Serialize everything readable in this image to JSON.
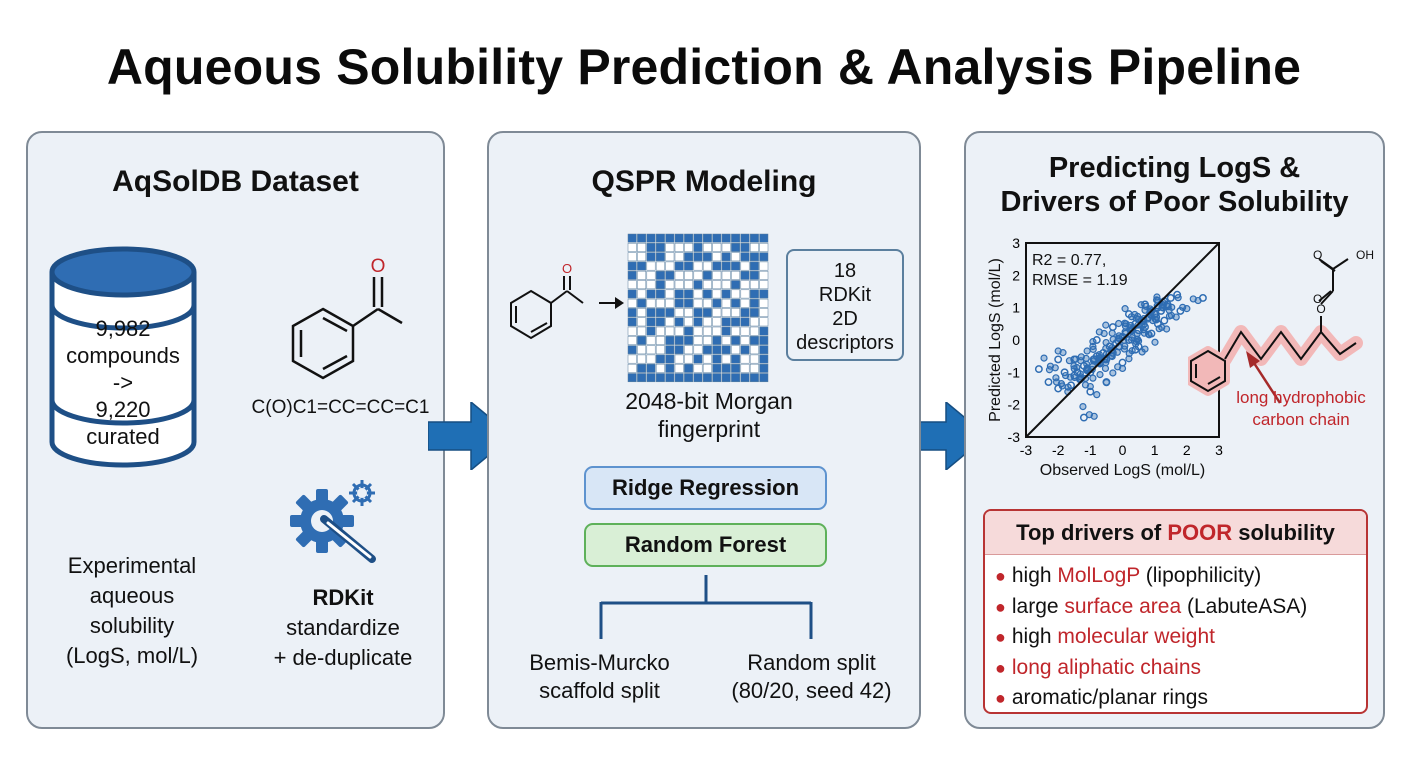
{
  "title": "Aqueous Solubility Prediction & Analysis Pipeline",
  "panel1": {
    "title": "AqSolDB Dataset",
    "db_lines": [
      "9,982",
      "compounds",
      "->",
      "9,220",
      "curated"
    ],
    "smiles": "C(O)C1=CC=CC=C1",
    "smiles_atom_label": "O",
    "experimental_lines": [
      "Experimental",
      "aqueous",
      "solubility",
      "(LogS, mol/L)"
    ],
    "rdkit_title": "RDKit",
    "rdkit_lines": [
      "standardize",
      "+ de-duplicate"
    ]
  },
  "panel2": {
    "title": "QSPR Modeling",
    "atom_label": "O",
    "fp_lines": [
      "2048-bit Morgan",
      "fingerprint"
    ],
    "descriptor_lines": [
      "18",
      "RDKit",
      "2D",
      "descriptors"
    ],
    "model_1": "Ridge Regression",
    "model_2": "Random Forest",
    "split_1_lines": [
      "Bemis-Murcko",
      "scaffold split"
    ],
    "split_2_lines": [
      "Random split",
      "(80/20, seed 42)"
    ]
  },
  "panel3": {
    "title_lines": [
      "Predicting LogS &",
      "Drivers of Poor Solubility"
    ],
    "stats_lines": [
      "R2 = 0.77,",
      "RMSE = 1.19"
    ],
    "xlabel": "Observed LogS (mol/L)",
    "ylabel": "Predicted LogS (mol/L)",
    "molecule_labels": [
      "O",
      "OH",
      "O",
      "O"
    ],
    "chain_label_lines": [
      "long hydrophobic",
      "carbon chain"
    ],
    "drivers_header_pre": "Top drivers of ",
    "drivers_header_hl": "POOR",
    "drivers_header_post": " solubility",
    "drivers": [
      {
        "pre": "high ",
        "hl": "MolLogP",
        "post": " (lipophilicity)"
      },
      {
        "pre": "large ",
        "hl": "surface area",
        "post": " (LabuteASA)"
      },
      {
        "pre": "high ",
        "hl": "molecular weight",
        "post": ""
      },
      {
        "pre": "",
        "hl": "long aliphatic chains",
        "post": ""
      },
      {
        "pre": "aromatic/planar rings",
        "hl": "",
        "post": ""
      }
    ]
  },
  "colors": {
    "arrow_blue": "#1f6fb5",
    "db_blue": "#2f6db3",
    "accent_red": "#c0262b",
    "highlight_pink": "#f2b8b8"
  },
  "chart_data": {
    "type": "scatter",
    "title": "",
    "xlabel": "Observed LogS (mol/L)",
    "ylabel": "Predicted LogS (mol/L)",
    "xlim": [
      -3,
      3
    ],
    "ylim": [
      -3,
      3
    ],
    "xticks": [
      -3,
      -2,
      -1,
      0,
      1,
      2,
      3
    ],
    "yticks": [
      -3,
      -2,
      -1,
      0,
      1,
      2,
      3
    ],
    "annotations": [
      "R2 = 0.77,",
      "RMSE = 1.19"
    ],
    "reference_line": "y = x",
    "x": [
      -2.6,
      -2.3,
      -2.0,
      -1.8,
      -1.6,
      -1.5,
      -1.4,
      -1.3,
      -1.2,
      -1.1,
      -1.0,
      -0.9,
      -0.8,
      -0.7,
      -0.6,
      -0.5,
      -0.4,
      -0.3,
      -0.2,
      -0.1,
      0.0,
      0.1,
      0.2,
      0.3,
      0.4,
      0.5,
      0.6,
      0.7,
      0.8,
      0.9,
      1.0,
      1.1,
      1.2,
      1.3,
      1.4,
      1.5,
      1.7,
      2.5,
      -1.2,
      -0.5,
      0.4,
      1.1,
      -1.5,
      -0.8,
      0.2,
      0.9,
      -1.0,
      0.0,
      0.7,
      1.3,
      -0.3,
      0.5,
      -2.0,
      1.8
    ],
    "y": [
      -0.9,
      -1.3,
      -1.5,
      -1.0,
      -1.4,
      -1.1,
      -1.0,
      -1.2,
      -0.8,
      -0.9,
      -1.0,
      -0.6,
      -0.5,
      -0.7,
      -0.4,
      -0.6,
      -0.2,
      -0.4,
      -0.1,
      -0.2,
      0.1,
      0.2,
      0.0,
      0.3,
      0.5,
      0.3,
      0.6,
      0.4,
      0.7,
      0.9,
      0.8,
      1.0,
      0.9,
      1.2,
      1.1,
      1.3,
      1.4,
      1.3,
      -2.4,
      -1.3,
      -0.3,
      0.5,
      -0.6,
      0.0,
      0.8,
      0.2,
      -1.6,
      -0.7,
      1.1,
      0.6,
      0.4,
      -0.2,
      -0.6,
      0.9
    ]
  }
}
